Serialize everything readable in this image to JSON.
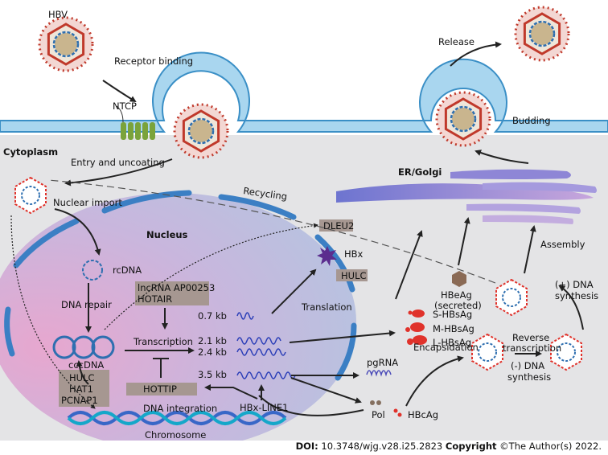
{
  "labels": {
    "hbv": "HBV",
    "receptor_binding": "Receptor binding",
    "ntcp": "NTCP",
    "release": "Release",
    "budding": "Budding",
    "cytoplasm": "Cytoplasm",
    "entry_uncoating": "Entry and uncoating",
    "er_golgi": "ER/Golgi",
    "recycling": "Recycling",
    "nuclear_import": "Nuclear import",
    "nucleus": "Nucleus",
    "rcdna": "rcDNA",
    "dna_repair": "DNA repair",
    "cccdna": "cccDNA",
    "dleu2": "DLEU2",
    "hbx": "HBx",
    "hulc_top": "HULC",
    "lncrna_line1": "lncRNA AP00253",
    "lncrna_line2": "HOTAIR",
    "transcription": "Transcription",
    "hottip": "HOTTIP",
    "hulc_box_line1": "HULC",
    "hulc_box_line2": "HAT1",
    "hulc_box_line3": "PCNAP1",
    "dna_integration": "DNA integration",
    "chromosome": "Chromosome",
    "kb_07": "0.7 kb",
    "kb_21": "2.1 kb",
    "kb_24": "2.4 kb",
    "kb_35": "3.5 kb",
    "hbx_line1": "HBx-LINE1",
    "translation": "Translation",
    "hbeag_line1": "HBeAg",
    "hbeag_line2": "(secreted)",
    "s_hbsag": "S-HBsAg",
    "m_hbsag": "M-HBsAg",
    "l_hbsag": "L-HBsAg",
    "assembly": "Assembly",
    "plus_dna_line1": "(+) DNA",
    "plus_dna_line2": "synthesis",
    "pgrna": "pgRNA",
    "encapsidation": "Encapsidation",
    "reverse_line1": "Reverse",
    "reverse_line2": "transcription",
    "minus_dna_line1": "(-) DNA",
    "minus_dna_line2": "synthesis",
    "pol": "Pol",
    "hbcag": "HBcAg"
  },
  "footer": {
    "doi_label": "DOI:",
    "doi_value": " 10.3748/wjg.v28.i25.2823 ",
    "copyright_label": "Copyright",
    "copyright_value": " ©The Author(s) 2022."
  }
}
